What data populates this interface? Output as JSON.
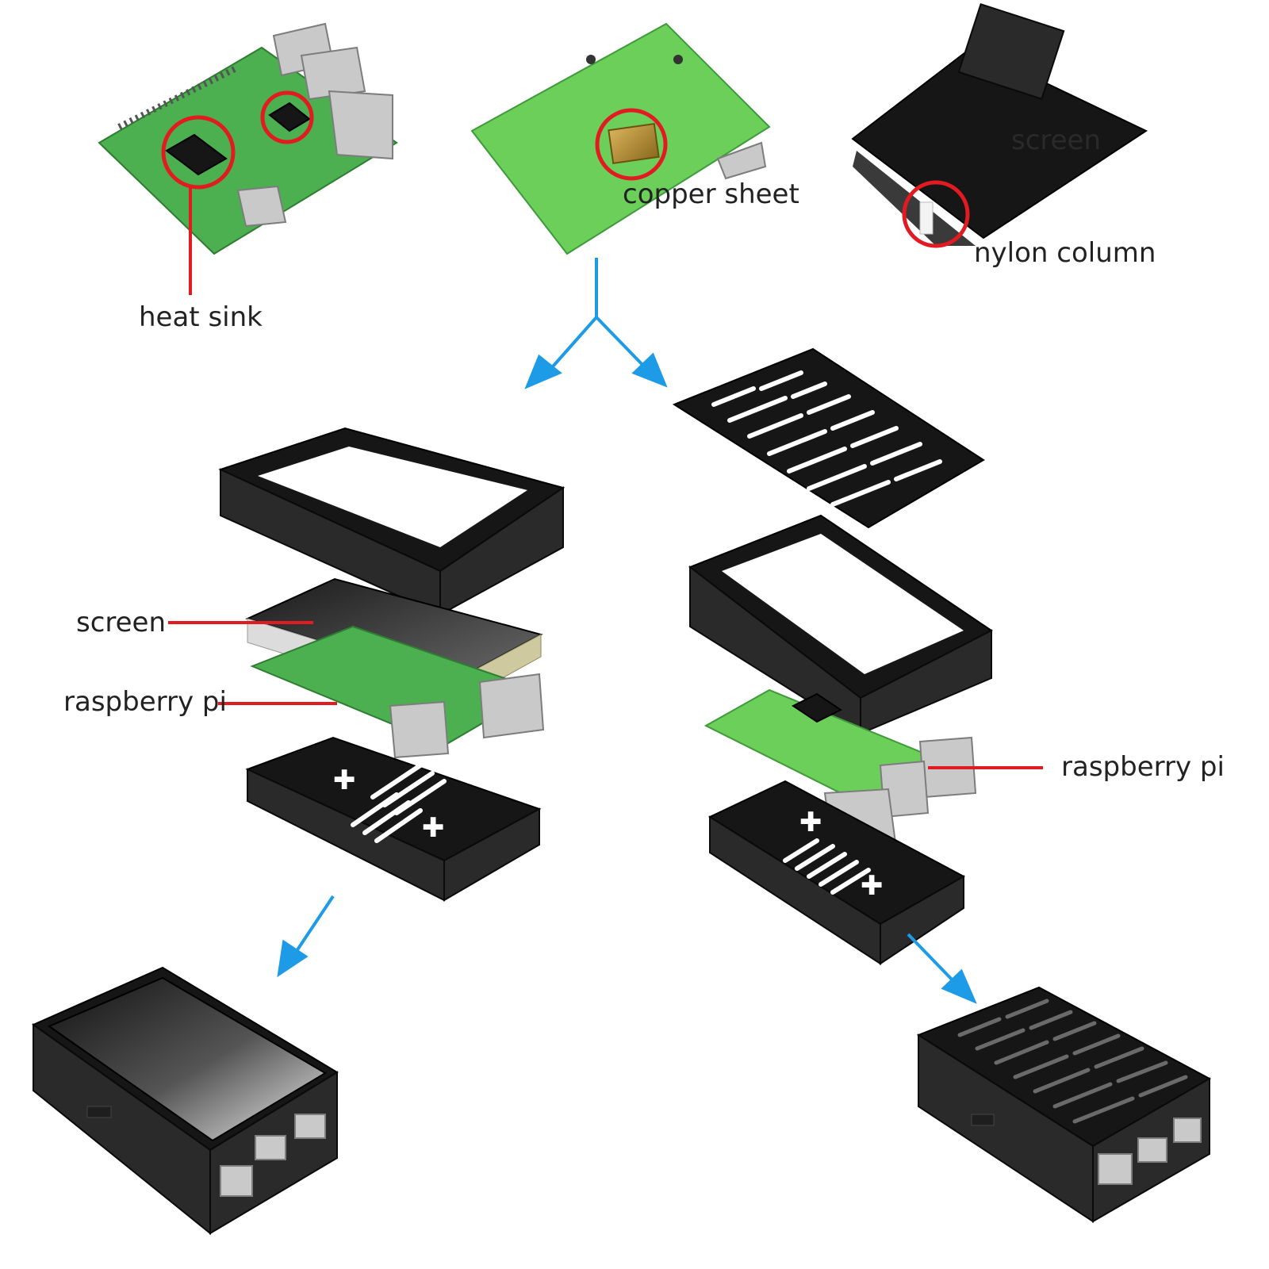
{
  "labels": {
    "heat_sink": "heat sink",
    "copper_sheet": "copper sheet",
    "screen_top": "screen",
    "nylon_column": "nylon column",
    "screen_left": "screen",
    "raspberry_pi_left": "raspberry pi",
    "raspberry_pi_right": "raspberry pi"
  },
  "colors": {
    "callout_red": "#e21a22",
    "arrow_blue": "#1e9be6",
    "board_green": "#4caf50",
    "case_black": "#161616"
  },
  "icons": {
    "arrow": "arrow-down-icon",
    "callout": "highlight-circle-icon"
  }
}
